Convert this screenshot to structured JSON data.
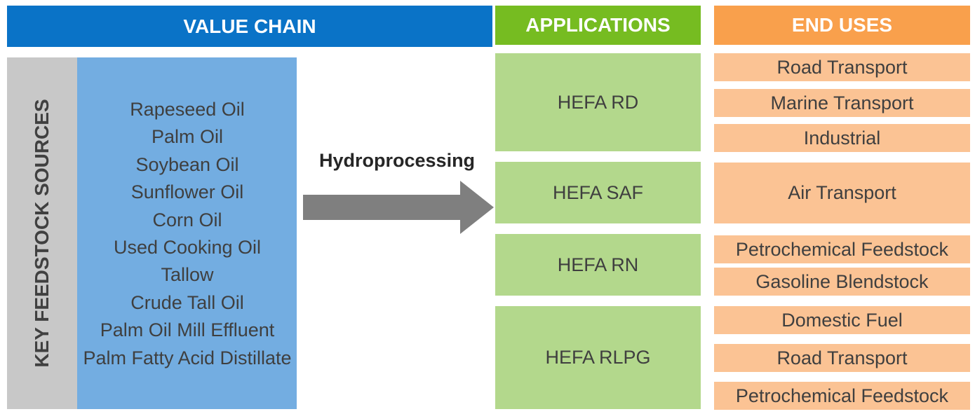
{
  "headers": {
    "value_chain": "VALUE CHAIN",
    "applications": "APPLICATIONS",
    "end_uses": "END USES"
  },
  "feedstock": {
    "section_label": "KEY FEEDSTOCK SOURCES",
    "items": [
      "Rapeseed Oil",
      "Palm Oil",
      "Soybean Oil",
      "Sunflower Oil",
      "Corn Oil",
      "Used Cooking Oil",
      "Tallow",
      "Crude Tall Oil",
      "Palm Oil Mill Effluent",
      "Palm Fatty Acid Distillate"
    ]
  },
  "process": {
    "label": "Hydroprocessing"
  },
  "applications": [
    "HEFA RD",
    "HEFA SAF",
    "HEFA RN",
    "HEFA RLPG"
  ],
  "end_uses": [
    "Road Transport",
    "Marine Transport",
    "Industrial",
    "Air Transport",
    "Petrochemical Feedstock",
    "Gasoline Blendstock",
    "Domestic Fuel",
    "Road Transport",
    "Petrochemical Feedstock"
  ],
  "colors": {
    "value_chain_header": "#0a73c7",
    "applications_header": "#76bc21",
    "end_uses_header": "#f9a04c",
    "feedstock_panel": "#73ade1",
    "feedstock_side": "#c8c8c8",
    "application_box": "#b3d88c",
    "end_use_box": "#fbc394",
    "arrow": "#7f7f7f"
  }
}
